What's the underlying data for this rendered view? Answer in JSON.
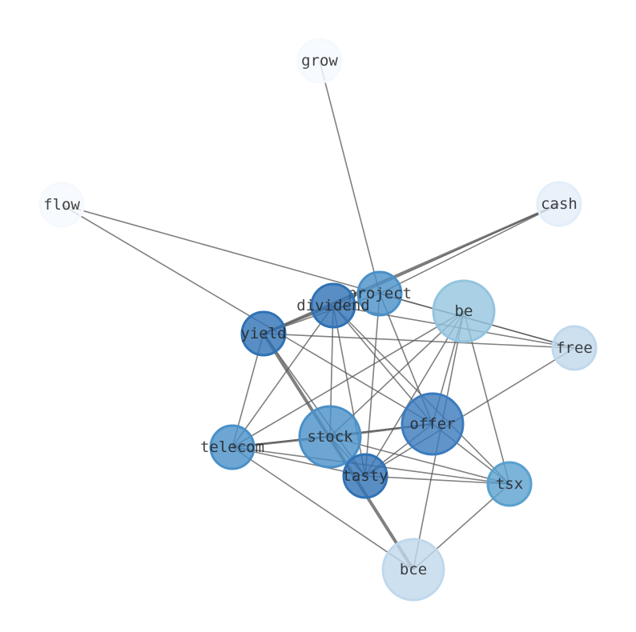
{
  "nodes": [
    {
      "id": "grow",
      "label": "grow",
      "color": "#f5f9fe",
      "big": false
    },
    {
      "id": "flow",
      "label": "flow",
      "color": "#f5f9fe",
      "big": false
    },
    {
      "id": "cash",
      "label": "cash",
      "color": "#e3eef9",
      "big": false
    },
    {
      "id": "project",
      "label": "project",
      "color": "#4a90c8",
      "big": false
    },
    {
      "id": "dividend",
      "label": "dividend",
      "color": "#2f72b5",
      "big": false
    },
    {
      "id": "be",
      "label": "be",
      "color": "#94c4df",
      "big": true
    },
    {
      "id": "yield",
      "label": "yield",
      "color": "#2f72b5",
      "big": false
    },
    {
      "id": "free",
      "label": "free",
      "color": "#c0d8ec",
      "big": false
    },
    {
      "id": "offer",
      "label": "offer",
      "color": "#3a7bbd",
      "big": true
    },
    {
      "id": "stock",
      "label": "stock",
      "color": "#4a90c8",
      "big": true
    },
    {
      "id": "telecom",
      "label": "telecom",
      "color": "#4a90c8",
      "big": false
    },
    {
      "id": "tasty",
      "label": "tasty",
      "color": "#2f72b5",
      "big": false
    },
    {
      "id": "tsx",
      "label": "tsx",
      "color": "#5aa0d0",
      "big": false
    },
    {
      "id": "bce",
      "label": "bce",
      "color": "#c0d8ec",
      "big": true
    }
  ],
  "edges": [
    [
      "grow",
      "project",
      1
    ],
    [
      "flow",
      "free",
      1
    ],
    [
      "flow",
      "offer",
      1
    ],
    [
      "cash",
      "dividend",
      1
    ],
    [
      "cash",
      "yield",
      2
    ],
    [
      "cash",
      "project",
      1
    ],
    [
      "dividend",
      "yield",
      2
    ],
    [
      "dividend",
      "telecom",
      1
    ],
    [
      "dividend",
      "stock",
      1
    ],
    [
      "dividend",
      "tasty",
      1
    ],
    [
      "dividend",
      "offer",
      1
    ],
    [
      "dividend",
      "tsx",
      1
    ],
    [
      "dividend",
      "free",
      1
    ],
    [
      "project",
      "free",
      1
    ],
    [
      "project",
      "tasty",
      1
    ],
    [
      "project",
      "offer",
      1
    ],
    [
      "project",
      "yield",
      1
    ],
    [
      "be",
      "telecom",
      1
    ],
    [
      "be",
      "stock",
      1
    ],
    [
      "be",
      "tasty",
      1
    ],
    [
      "be",
      "offer",
      1
    ],
    [
      "be",
      "tsx",
      1
    ],
    [
      "be",
      "bce",
      1
    ],
    [
      "yield",
      "free",
      1
    ],
    [
      "yield",
      "telecom",
      1
    ],
    [
      "yield",
      "tasty",
      1
    ],
    [
      "yield",
      "bce",
      3
    ],
    [
      "telecom",
      "stock",
      2
    ],
    [
      "telecom",
      "offer",
      1
    ],
    [
      "telecom",
      "tasty",
      1
    ],
    [
      "telecom",
      "tsx",
      1
    ],
    [
      "telecom",
      "bce",
      1
    ],
    [
      "stock",
      "offer",
      2
    ],
    [
      "stock",
      "tsx",
      1
    ],
    [
      "stock",
      "tasty",
      1
    ],
    [
      "offer",
      "tasty",
      1
    ],
    [
      "offer",
      "tsx",
      1
    ],
    [
      "free",
      "tasty",
      1
    ],
    [
      "tasty",
      "tsx",
      1
    ],
    [
      "tsx",
      "bce",
      1
    ]
  ]
}
